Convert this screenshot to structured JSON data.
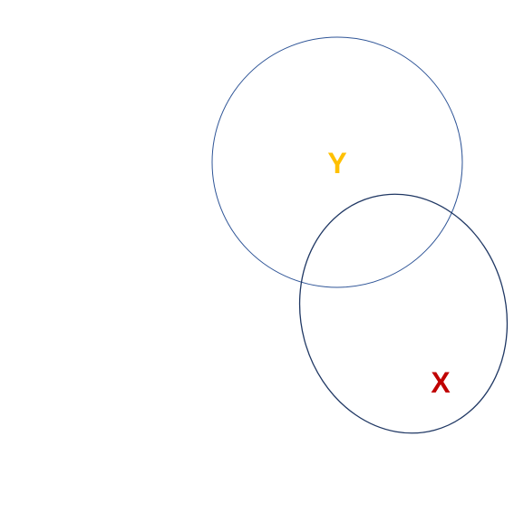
{
  "diagram": {
    "shapes": [
      {
        "id": "y",
        "label": "Y",
        "shape": "circle",
        "stroke_color": "#2f5597",
        "label_color": "#ffc000"
      },
      {
        "id": "x",
        "label": "X",
        "shape": "ellipse",
        "stroke_color": "#203864",
        "label_color": "#c00000"
      }
    ]
  }
}
